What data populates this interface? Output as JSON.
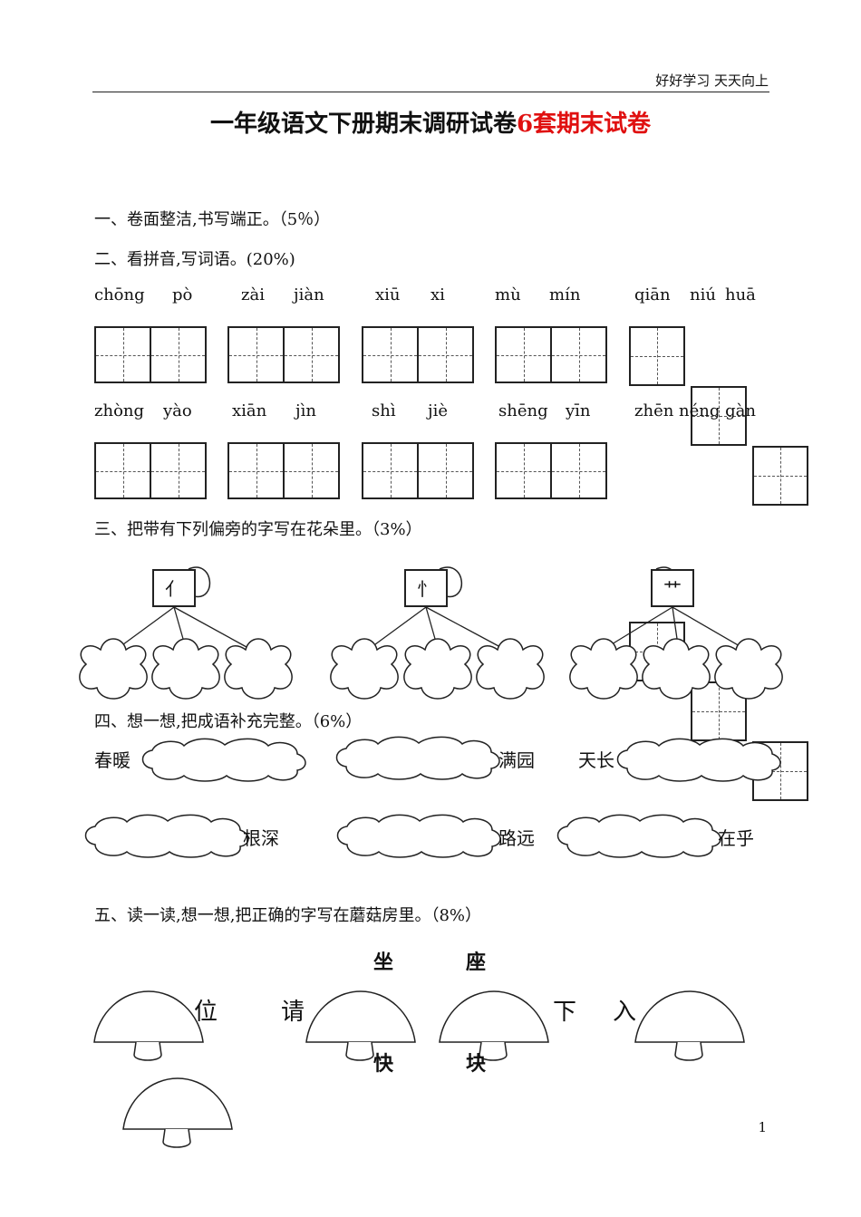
{
  "header": {
    "motto": "好好学习  天天向上"
  },
  "title": {
    "main": "一年级语文下册期末调研试卷",
    "highlight": "6套期末试卷"
  },
  "sections": {
    "s1": "一、卷面整洁,书写端正。（5％）",
    "s2": "二、看拼音,写词语。(20%)",
    "s3": "三、把带有下列偏旁的字写在花朵里。（3%）",
    "s4": "四、想一想,把成语补充完整。（6%）",
    "s5": "五、读一读,想一想,把正确的字写在蘑菇房里。（8%）"
  },
  "pinyin_row1": [
    "chōng",
    "pò",
    "zài",
    "jiàn",
    "xiū",
    "xi",
    "mù",
    "mín",
    "qiān",
    "niú",
    "huā"
  ],
  "pinyin_row2": [
    "zhòng",
    "yào",
    "xiān",
    "jìn",
    "shì",
    "jiè",
    "shēng",
    "yīn",
    "zhēn néng gàn"
  ],
  "radicals": [
    "亻",
    "忄",
    "艹"
  ],
  "idioms": {
    "a": "春暖",
    "b": "满园",
    "c": "天长",
    "d": "根深",
    "e": "路远",
    "f": "在乎"
  },
  "mushroom": {
    "pair1": [
      "坐",
      "座"
    ],
    "pair2": [
      "快",
      "块"
    ],
    "words": [
      "位",
      "请",
      "下",
      "入"
    ]
  },
  "page_number": "1"
}
